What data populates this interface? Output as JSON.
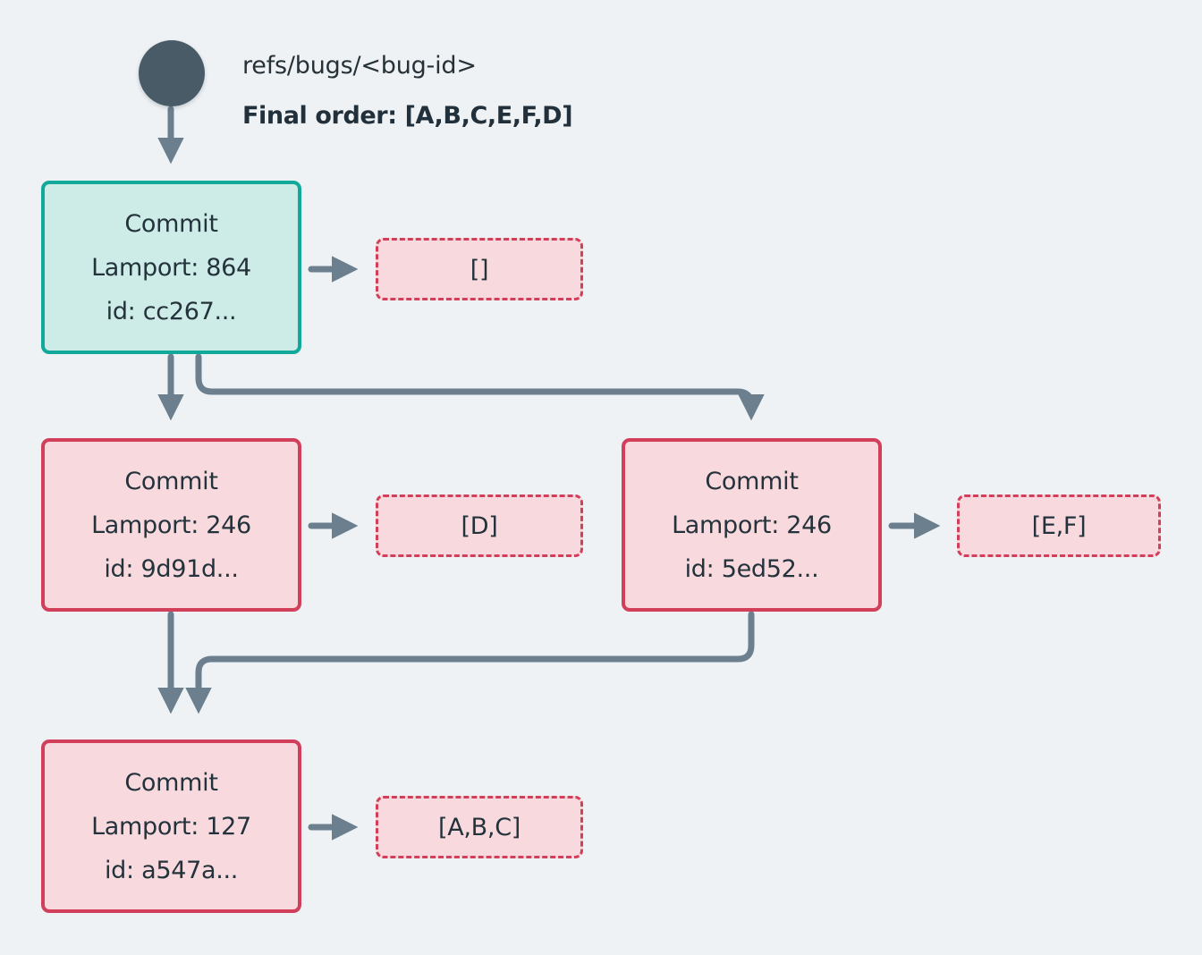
{
  "diagram": {
    "background_color": "#eef2f5",
    "header": {
      "ref_label": "refs/bugs/<bug-id>",
      "order_label": "Final order: [A,B,C,E,F,D]"
    },
    "colors": {
      "root_dot": "#4a5b68",
      "edge": "#6b7f8e",
      "green_border": "#11a99a",
      "green_fill": "#cdece8",
      "red_border": "#d23f5b",
      "red_fill": "#f8dade",
      "text": "#24323c"
    },
    "nodes": [
      {
        "id": "commit-cc267",
        "title": "Commit",
        "lamport": "Lamport: 864",
        "hash": "id: cc267...",
        "style": "green"
      },
      {
        "id": "commit-9d91d",
        "title": "Commit",
        "lamport": "Lamport: 246",
        "hash": "id: 9d91d...",
        "style": "red"
      },
      {
        "id": "commit-5ed52",
        "title": "Commit",
        "lamport": "Lamport: 246",
        "hash": "id: 5ed52...",
        "style": "red"
      },
      {
        "id": "commit-a547a",
        "title": "Commit",
        "lamport": "Lamport: 127",
        "hash": "id: a547a...",
        "style": "red"
      }
    ],
    "payloads": [
      {
        "id": "payload-cc267",
        "value": "[]"
      },
      {
        "id": "payload-9d91d",
        "value": "[D]"
      },
      {
        "id": "payload-5ed52",
        "value": "[E,F]"
      },
      {
        "id": "payload-a547a",
        "value": "[A,B,C]"
      }
    ]
  }
}
